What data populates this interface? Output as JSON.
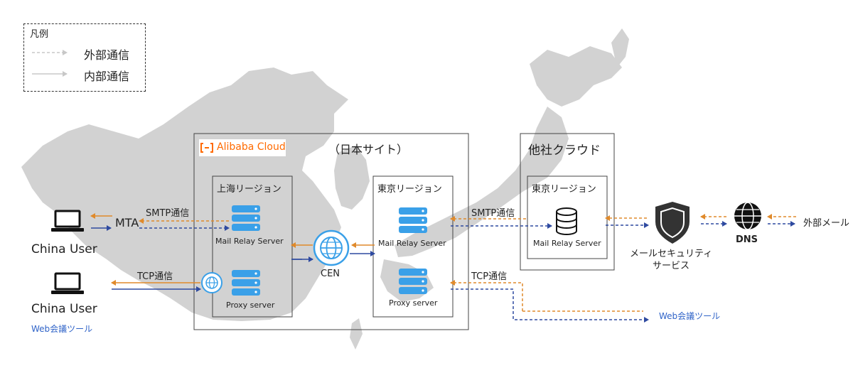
{
  "legend": {
    "title": "凡例",
    "external": "外部通信",
    "internal": "内部通信"
  },
  "alibaba": {
    "logo": "Alibaba Cloud",
    "site_title": "（日本サイト）"
  },
  "other_cloud": {
    "title": "他社クラウド"
  },
  "regions": {
    "shanghai": "上海リージョン",
    "tokyo": "東京リージョン",
    "tokyo_other": "東京リージョン"
  },
  "nodes": {
    "mail_relay_sh": "Mail Relay Server",
    "proxy_sh": "Proxy server",
    "cen": "CEN",
    "mail_relay_tk": "Mail Relay Server",
    "proxy_tk": "Proxy server",
    "mail_relay_other": "Mail Relay Server",
    "security_line1": "メールセキュリティ",
    "security_line2": "サービス",
    "dns": "DNS",
    "external_mail": "外部メール",
    "mta": "MTA"
  },
  "users": {
    "user1": "China User",
    "user2": "China User",
    "user2_sub": "Web会議ツール"
  },
  "flow_labels": {
    "smtp_left": "SMTP通信",
    "tcp_left": "TCP通信",
    "smtp_right": "SMTP通信",
    "tcp_right": "TCP通信",
    "web_conf_right": "Web会議ツール"
  },
  "colors": {
    "orange": "#e08a2b",
    "blue": "#2e4aa0",
    "server_blue": "#3aa0e8",
    "map_gray": "#d2d2d2"
  }
}
